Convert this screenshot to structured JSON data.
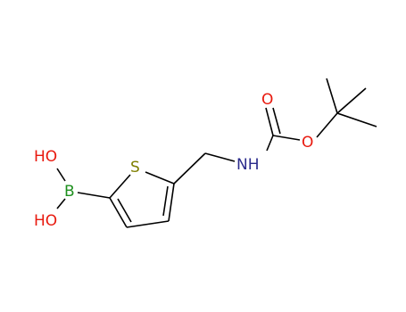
{
  "molecule": {
    "atoms": {
      "oxygen_top": "O",
      "oxygen_ester": "O",
      "nitrogen": "NH",
      "sulfur": "S",
      "boron": "B",
      "hydroxyl_top": "HO",
      "hydroxyl_bottom": "HO"
    },
    "colors": {
      "bond": "#000000",
      "oxygen": "#e8190e",
      "nitrogen": "#2b2b8c",
      "sulfur": "#7f7f00",
      "boron": "#1d8f1d"
    }
  }
}
